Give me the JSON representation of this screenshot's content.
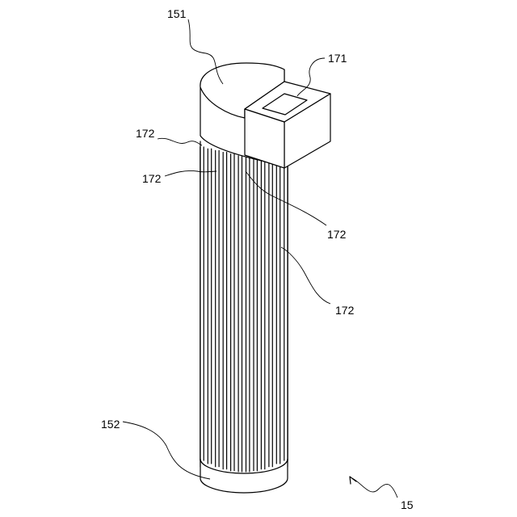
{
  "labels": {
    "top_cap": "151",
    "bottom_cap": "152",
    "connector": "171",
    "rib_a": "172",
    "rib_b": "172",
    "rib_c": "172",
    "rib_d": "172",
    "assembly": "15"
  },
  "colors": {
    "line": "#000000",
    "background": "#ffffff"
  }
}
